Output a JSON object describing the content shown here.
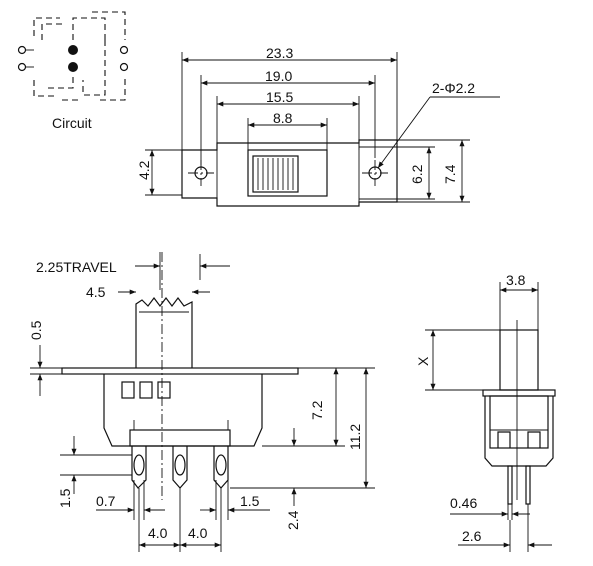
{
  "circuit": {
    "label": "Circuit"
  },
  "top_view": {
    "overall_length": "23.3",
    "hole_pitch": "19.0",
    "mid_length": "15.5",
    "slider_window": "8.8",
    "hole_note": "2-Φ2.2",
    "body_height": "4.2",
    "flange_inner": "6.2",
    "flange_outer": "7.4"
  },
  "front_view": {
    "travel": "2.25TRAVEL",
    "actuator_width": "4.5",
    "flange_thickness": "0.5",
    "body_height": "7.2",
    "total_height": "11.2",
    "terminal_width": "1.5",
    "terminal_slot": "0.7",
    "terminal_gap": "1.5",
    "pitch_1": "4.0",
    "pitch_2": "4.0",
    "pin_length": "2.4"
  },
  "side_view": {
    "actuator_width": "3.8",
    "actuator_height": "X",
    "pin_thickness": "0.46",
    "pin_spacing": "2.6"
  }
}
